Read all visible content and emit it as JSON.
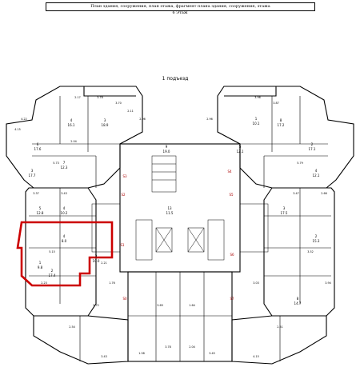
{
  "header": {
    "title": "План здания, сооружения, план этажа, фрагмент плана здания, сооружения, этажа",
    "floor": "6 Этаж"
  },
  "plan": {
    "entrance_label": "1 подъезд",
    "highlight_color": "#cc0000",
    "rooms": [
      {
        "no": "4",
        "area": "16.1"
      },
      {
        "no": "3",
        "area": "18.9"
      },
      {
        "no": "6",
        "area": "17.6"
      },
      {
        "no": "9",
        "area": "19.0"
      },
      {
        "no": "3",
        "area": "17.7"
      },
      {
        "no": "7",
        "area": "12.3"
      },
      {
        "no": "4",
        "area": "10.2"
      },
      {
        "no": "5",
        "area": "12.8"
      },
      {
        "no": "4",
        "area": "8.0"
      },
      {
        "no": "1",
        "area": "9.8"
      },
      {
        "no": "2",
        "area": "17.4"
      },
      {
        "no": "3",
        "area": "10.0"
      },
      {
        "no": "8",
        "area": "17.2"
      },
      {
        "no": "1",
        "area": "10.1"
      },
      {
        "no": "2",
        "area": "17.1"
      },
      {
        "no": "5",
        "area": "12.1"
      },
      {
        "no": "4",
        "area": "12.1"
      },
      {
        "no": "3",
        "area": "17.5"
      },
      {
        "no": "2",
        "area": "15.3"
      },
      {
        "no": "8",
        "area": "14.7"
      },
      {
        "no": "13",
        "area": "11.5"
      }
    ],
    "dims": [
      "2.17",
      "3.78",
      "3.70",
      "2.11",
      "2.96",
      "2.96",
      "3.96",
      "3.87",
      "2.04",
      "4.22",
      "4.15",
      "5.73",
      "5.79",
      "3.37",
      "3.43",
      "3.47",
      "2.66",
      "5.15",
      "2.21",
      "3.52",
      "2.23",
      "1.76",
      "3.03",
      "3.94",
      "5.72",
      "3.69",
      "1.64",
      "2.54",
      "2.51",
      "3.78",
      "2.04",
      "3.43",
      "4.15",
      "1.58",
      "3.45"
    ],
    "zones": [
      "S3",
      "S4",
      "S2",
      "S5",
      "S1",
      "S6",
      "S0",
      "S7"
    ]
  }
}
